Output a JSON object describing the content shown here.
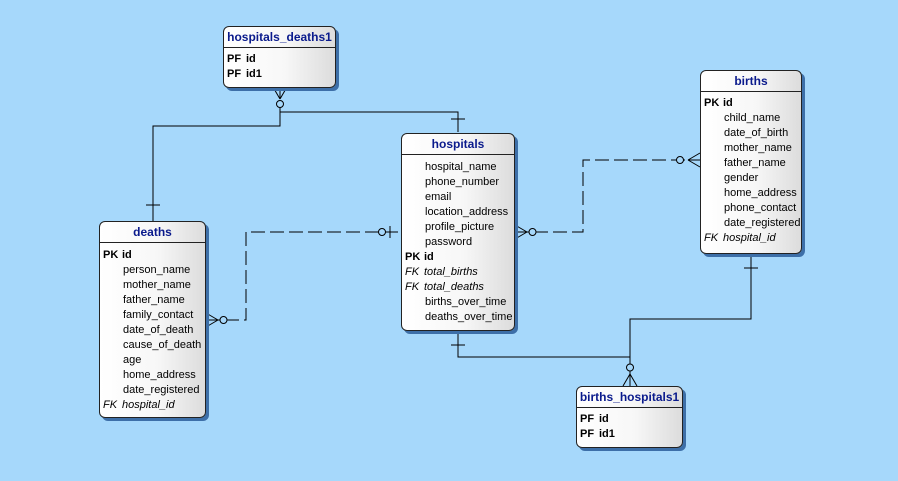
{
  "entities": {
    "hospitals_deaths1": {
      "title": "hospitals_deaths1",
      "rows": [
        {
          "key": "PF",
          "name": "id",
          "kind": "pk"
        },
        {
          "key": "PF",
          "name": "id1",
          "kind": "pk"
        }
      ]
    },
    "births": {
      "title": "births",
      "rows": [
        {
          "key": "PK",
          "name": "id",
          "kind": "pk"
        },
        {
          "key": "",
          "name": "child_name",
          "kind": "attr"
        },
        {
          "key": "",
          "name": "date_of_birth",
          "kind": "attr"
        },
        {
          "key": "",
          "name": "mother_name",
          "kind": "attr"
        },
        {
          "key": "",
          "name": "father_name",
          "kind": "attr"
        },
        {
          "key": "",
          "name": "gender",
          "kind": "attr"
        },
        {
          "key": "",
          "name": "home_address",
          "kind": "attr"
        },
        {
          "key": "",
          "name": "phone_contact",
          "kind": "attr"
        },
        {
          "key": "",
          "name": "date_registered",
          "kind": "attr"
        },
        {
          "key": "FK",
          "name": "hospital_id",
          "kind": "fk"
        }
      ]
    },
    "hospitals": {
      "title": "hospitals",
      "rows": [
        {
          "key": "",
          "name": "hospital_name",
          "kind": "attr"
        },
        {
          "key": "",
          "name": "phone_number",
          "kind": "attr"
        },
        {
          "key": "",
          "name": "email",
          "kind": "attr"
        },
        {
          "key": "",
          "name": "location_address",
          "kind": "attr"
        },
        {
          "key": "",
          "name": "profile_picture",
          "kind": "attr"
        },
        {
          "key": "",
          "name": "password",
          "kind": "attr"
        },
        {
          "key": "PK",
          "name": "id",
          "kind": "pk"
        },
        {
          "key": "FK",
          "name": "total_births",
          "kind": "fk"
        },
        {
          "key": "FK",
          "name": "total_deaths",
          "kind": "fk"
        },
        {
          "key": "",
          "name": "births_over_time",
          "kind": "attr"
        },
        {
          "key": "",
          "name": "deaths_over_time",
          "kind": "attr"
        }
      ]
    },
    "deaths": {
      "title": "deaths",
      "rows": [
        {
          "key": "PK",
          "name": "id",
          "kind": "pk"
        },
        {
          "key": "",
          "name": "person_name",
          "kind": "attr"
        },
        {
          "key": "",
          "name": "mother_name",
          "kind": "attr"
        },
        {
          "key": "",
          "name": "father_name",
          "kind": "attr"
        },
        {
          "key": "",
          "name": "family_contact",
          "kind": "attr"
        },
        {
          "key": "",
          "name": "date_of_death",
          "kind": "attr"
        },
        {
          "key": "",
          "name": "cause_of_death",
          "kind": "attr"
        },
        {
          "key": "",
          "name": "age",
          "kind": "attr"
        },
        {
          "key": "",
          "name": "home_address",
          "kind": "attr"
        },
        {
          "key": "",
          "name": "date_registered",
          "kind": "attr"
        },
        {
          "key": "FK",
          "name": "hospital_id",
          "kind": "fk"
        }
      ]
    },
    "births_hospitals1": {
      "title": "births_hospitals1",
      "rows": [
        {
          "key": "PF",
          "name": "id",
          "kind": "pk"
        },
        {
          "key": "PF",
          "name": "id1",
          "kind": "pk"
        }
      ]
    }
  },
  "relationships": [
    {
      "from": "hospitals_deaths1",
      "to": "deaths",
      "style": "identifying"
    },
    {
      "from": "hospitals_deaths1",
      "to": "hospitals",
      "style": "identifying"
    },
    {
      "from": "deaths",
      "to": "hospitals",
      "style": "non-identifying"
    },
    {
      "from": "hospitals",
      "to": "births",
      "style": "non-identifying"
    },
    {
      "from": "births",
      "to": "births_hospitals1",
      "style": "identifying"
    },
    {
      "from": "hospitals",
      "to": "births_hospitals1",
      "style": "identifying"
    }
  ],
  "colors": {
    "background": "#a6d8fb",
    "title_text": "#0a1a8c",
    "shadow": "#3d6fa8",
    "line": "#000000"
  }
}
